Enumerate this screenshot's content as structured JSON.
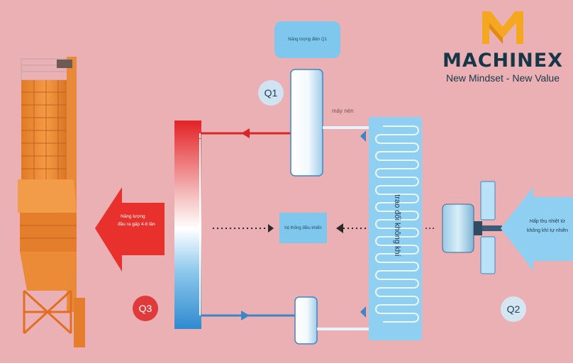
{
  "brand": {
    "name": "MACHINEX",
    "tagline": "New Mindset - New Value",
    "accent_color": "#f5a81f",
    "text_color": "#173749"
  },
  "diagram": {
    "top_box_label": "Năng lượng điện Q1",
    "q1_label": "Q1",
    "q2_label": "Q2",
    "q3_label": "Q3",
    "compressor_label": "máy nén",
    "exchanger_label": "trao đổi không khí",
    "center_box_label": "hệ thống điều khiển",
    "q3_text": [
      "Năng lượng",
      "đầu ra gấp 4-6 lần"
    ],
    "q2_text": [
      "Hấp thụ nhiệt từ",
      "không khí tự nhiên"
    ],
    "hot_color": "#e2252b",
    "cold_color": "#3d86c6",
    "panel_color": "#8fd0f2"
  }
}
